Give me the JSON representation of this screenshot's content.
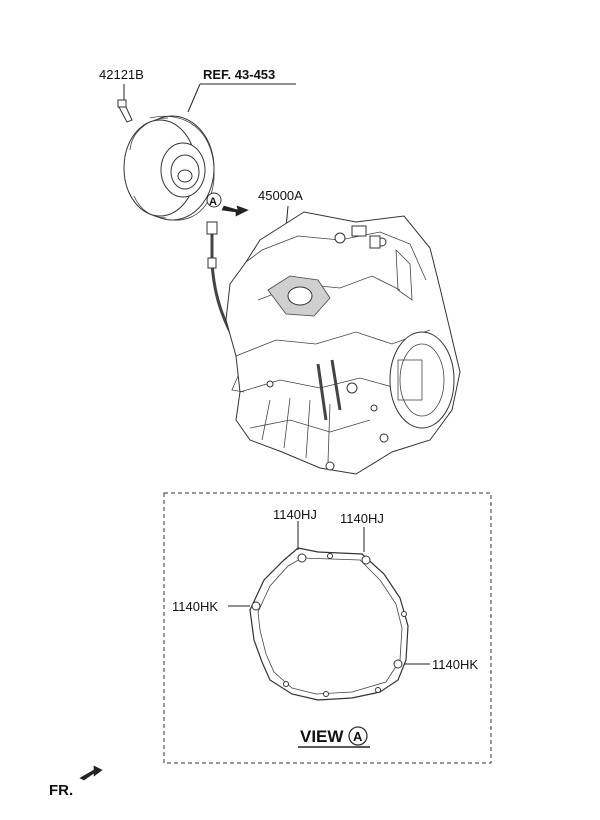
{
  "labels": {
    "bolt_part_no": "42121B",
    "ref_text": "REF. 43-453",
    "transmission_part_no": "45000A",
    "bolt_hj_left": "1140HJ",
    "bolt_hj_right": "1140HJ",
    "bolt_hk_left": "1140HK",
    "bolt_hk_right": "1140HK",
    "view_text": "VIEW",
    "view_marker": "A",
    "arrow_marker": "A",
    "front_text": "FR."
  }
}
